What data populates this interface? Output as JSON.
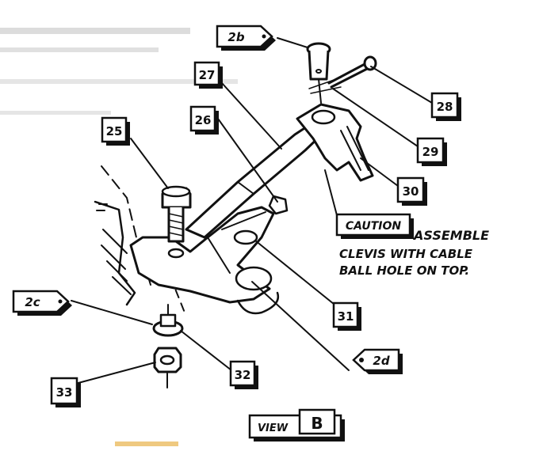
{
  "diagram": {
    "callouts": {
      "c25": "25",
      "c26": "26",
      "c27": "27",
      "c28": "28",
      "c29": "29",
      "c30": "30",
      "c31": "31",
      "c32": "32",
      "c33": "33"
    },
    "tags": {
      "t2b": "2b",
      "t2c": "2c",
      "t2d": "2d"
    },
    "caution": {
      "label": "CAUTION",
      "line1": "ASSEMBLE",
      "line2": "CLEVIS WITH CABLE",
      "line3": "BALL HOLE ON TOP."
    },
    "view": {
      "word": "VIEW",
      "letter": "B"
    }
  }
}
